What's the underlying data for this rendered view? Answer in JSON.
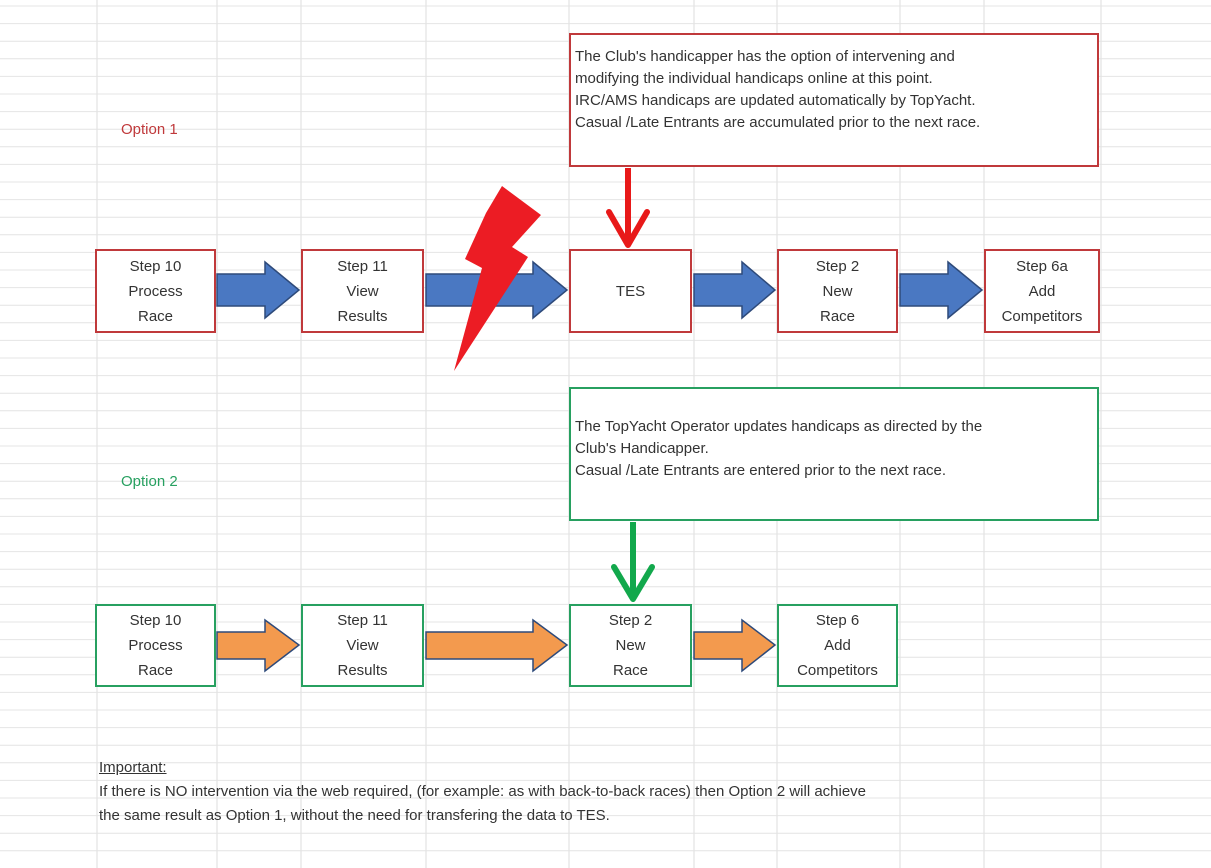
{
  "colors": {
    "red_border": "#c0393b",
    "green_border": "#27a060",
    "red_text": "#c0393b",
    "green_text": "#27a060",
    "blue_arrow": "#4a78c2",
    "orange_arrow": "#f39a4e",
    "arrow_outline": "#2e4a7a",
    "down_arrow_red": "#e81919",
    "down_arrow_green": "#12a84c",
    "lightning": "#ec1c24"
  },
  "option1": {
    "label": "Option 1",
    "note_lines": [
      "The Club's handicapper has the option of intervening and",
      "modifying the individual handicaps online at this point.",
      "IRC/AMS handicaps are updated automatically by TopYacht.",
      "Casual /Late Entrants are accumulated prior to the next race."
    ],
    "steps": [
      {
        "lines": [
          "Step 10",
          "Process",
          "Race"
        ]
      },
      {
        "lines": [
          "Step 11",
          "View",
          "Results"
        ]
      },
      {
        "lines": [
          "TES"
        ]
      },
      {
        "lines": [
          "Step 2",
          "New",
          "Race"
        ]
      },
      {
        "lines": [
          "Step 6a",
          "Add",
          "Competitors"
        ]
      }
    ]
  },
  "option2": {
    "label": "Option 2",
    "note_lines": [
      "The TopYacht Operator updates handicaps as directed by the",
      "Club's Handicapper.",
      "Casual /Late Entrants are entered prior to the next race."
    ],
    "steps": [
      {
        "lines": [
          "Step 10",
          "Process",
          "Race"
        ]
      },
      {
        "lines": [
          "Step 11",
          "View",
          "Results"
        ]
      },
      {
        "lines": [
          "Step 2",
          "New",
          "Race"
        ]
      },
      {
        "lines": [
          "Step 6",
          "Add",
          "Competitors"
        ]
      }
    ]
  },
  "footer": {
    "heading": "Important:",
    "lines": [
      "If there is NO intervention via the web required, (for example: as with back-to-back races) then Option 2 will achieve",
      "the same result as Option 1, without the need for transfering the data to TES."
    ]
  }
}
